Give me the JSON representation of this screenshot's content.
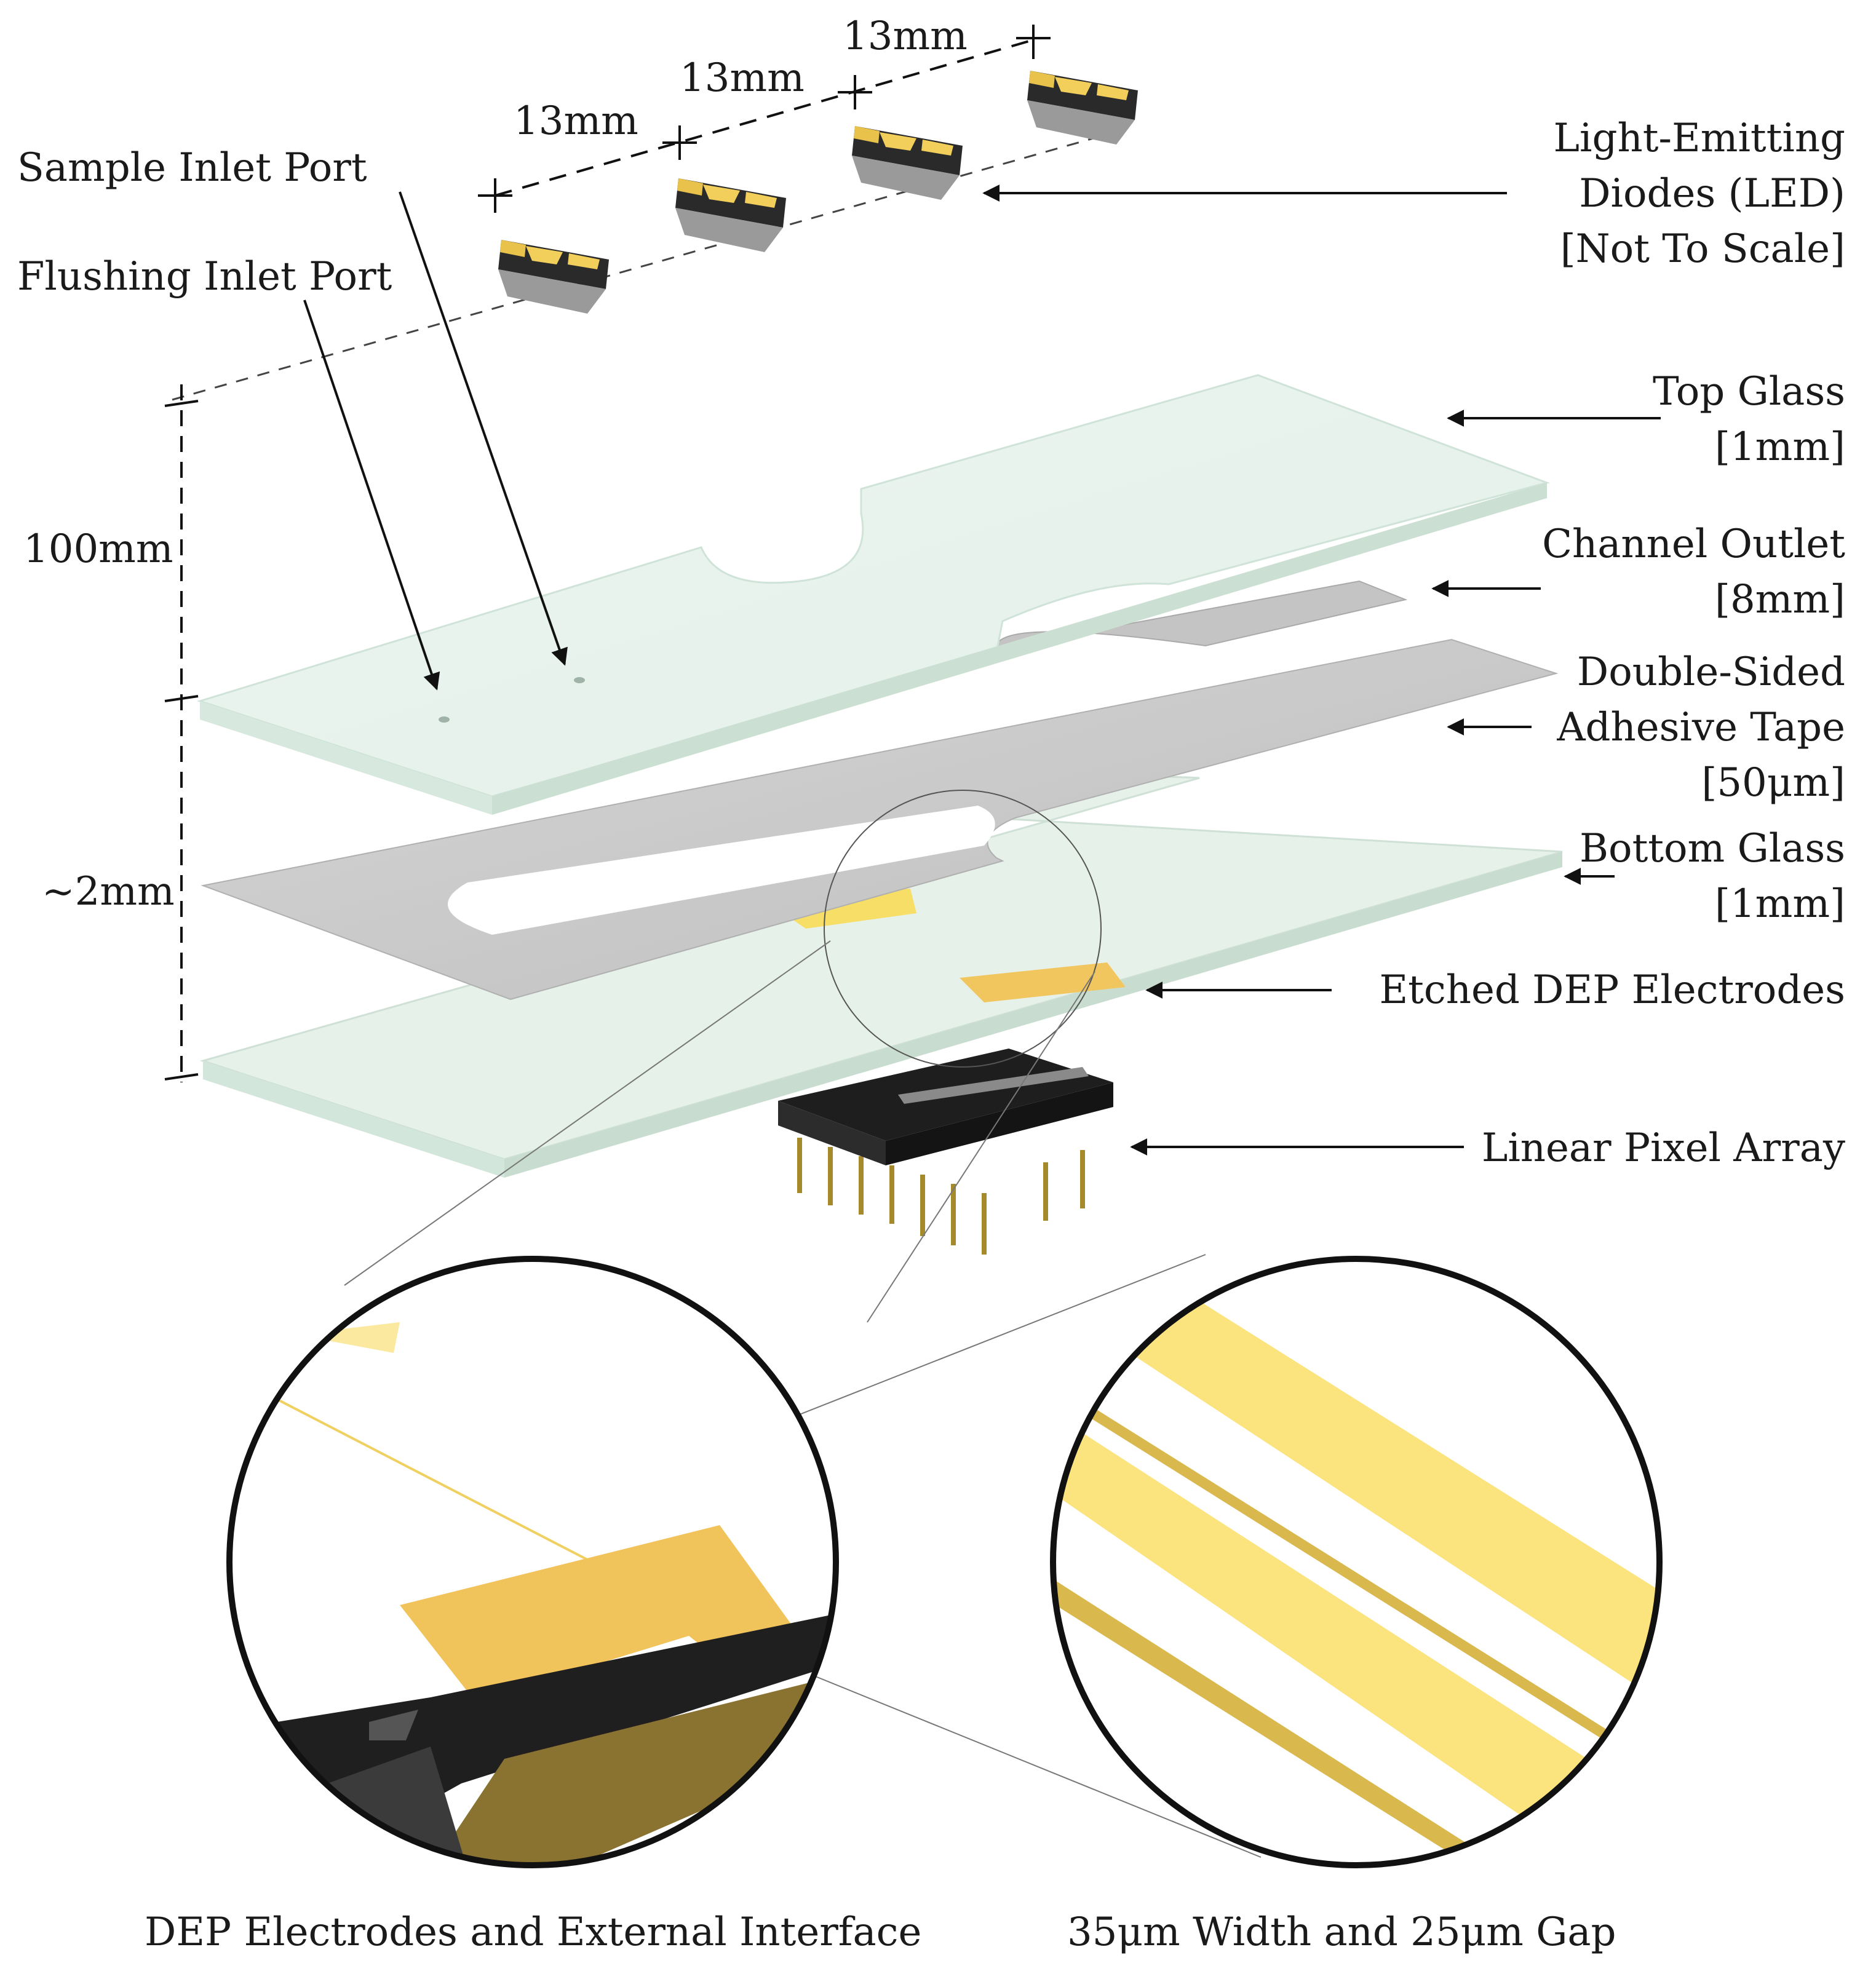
{
  "dimensions": {
    "led_spacing_1": "13mm",
    "led_spacing_2": "13mm",
    "led_spacing_3": "13mm",
    "length": "100mm",
    "thickness": "~2mm"
  },
  "labels": {
    "sample_inlet": "Sample Inlet Port",
    "flushing_inlet": "Flushing Inlet Port",
    "led": [
      "Light-Emitting",
      "Diodes (LED)",
      "[Not To Scale]"
    ],
    "top_glass": [
      "Top Glass",
      "[1mm]"
    ],
    "channel_outlet": [
      "Channel Outlet",
      "[8mm]"
    ],
    "tape": [
      "Double-Sided",
      "Adhesive Tape",
      "[50μm]"
    ],
    "bottom_glass": [
      "Bottom Glass",
      "[1mm]"
    ],
    "electrodes": "Etched DEP Electrodes",
    "pixel_array": "Linear Pixel Array"
  },
  "captions": {
    "left": "DEP Electrodes and External Interface",
    "right": "35μm Width and 25μm Gap"
  },
  "colors": {
    "glass": "#e9f3ee",
    "glass_edge": "#cfe3d8",
    "tape": "#c9c9c9",
    "gold": "#f2c65e",
    "gold_light": "#fbe37e",
    "chip": "#1e1e1e",
    "pin": "#a58a2c"
  }
}
